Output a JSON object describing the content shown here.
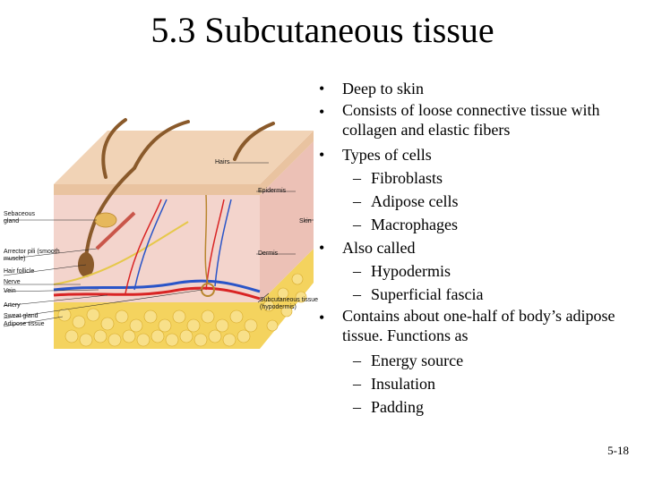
{
  "title": "5.3 Subcutaneous tissue",
  "figure": {
    "labels": {
      "hairs": "Hairs",
      "epidermis": "Epidermis",
      "sebaceous_gland": "Sebaceous gland",
      "skin": "Skin",
      "arrector_pili": "Arrector pili (smooth muscle)",
      "dermis": "Dermis",
      "hair_follicle": "Hair follicle",
      "nerve": "Nerve",
      "vein": "Vein",
      "subcutaneous": "Subcutaneous tissue (hypodermis)",
      "artery": "Artery",
      "sweat_gland": "Sweat gland",
      "adipose_tissue": "Adipose tissue"
    },
    "colors": {
      "epidermis": "#e9c3a0",
      "dermis": "#f3d4cc",
      "fat": "#f4d35e",
      "artery": "#d92424",
      "vein": "#2a55c8",
      "hair": "#8a5a2b"
    }
  },
  "bullet_marker": "•",
  "dash_marker": "–",
  "bullets": {
    "b1": "Deep to skin",
    "b2": "Consists of loose connective tissue with collagen and elastic fibers",
    "b3": "Types of cells",
    "b3_1": "Fibroblasts",
    "b3_2": "Adipose cells",
    "b3_3": "Macrophages",
    "b4": "Also called",
    "b4_1": "Hypodermis",
    "b4_2": "Superficial fascia",
    "b5": "Contains about one-half of body’s adipose tissue. Functions as",
    "b5_1": "Energy source",
    "b5_2": "Insulation",
    "b5_3": "Padding"
  },
  "page_number": "5-18"
}
